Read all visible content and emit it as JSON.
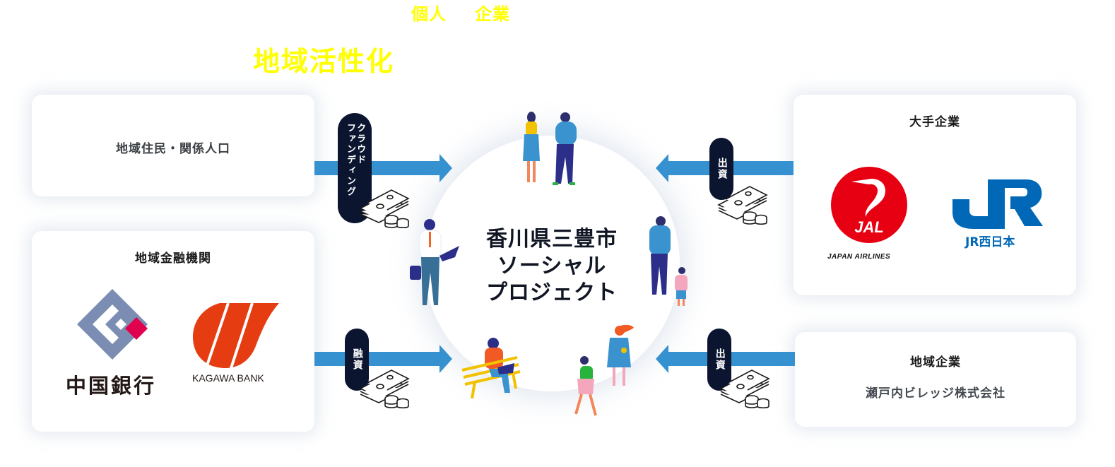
{
  "headline": {
    "top_words": [
      "個人",
      "企業"
    ],
    "main": "地域活性化",
    "color": "#ffff00"
  },
  "center": {
    "title_lines": [
      "香川県三豊市",
      "ソーシャル",
      "プロジェクト"
    ]
  },
  "left_cards": [
    {
      "title": "地域住民・関係人口"
    },
    {
      "title": "地域金融機関",
      "logos": [
        {
          "name": "中国銀行",
          "label": "中国銀行",
          "colors": [
            "#7b8db3",
            "#e1004d"
          ]
        },
        {
          "name": "香川銀行",
          "label": "KAGAWA BANK",
          "colors": [
            "#e53c12"
          ]
        }
      ]
    }
  ],
  "right_cards": [
    {
      "title": "大手企業",
      "logos": [
        {
          "name": "JAL",
          "mark": "JAL",
          "label": "JAPAN AIRLINES",
          "colors": [
            "#e60012"
          ]
        },
        {
          "name": "JR西日本",
          "mark": "JR",
          "label": "JR西日本",
          "colors": [
            "#0068b7"
          ]
        }
      ]
    },
    {
      "title": "地域企業",
      "subtitle": "瀬戸内ビレッジ株式会社"
    }
  ],
  "flows": [
    {
      "label": "クラウドファンディング",
      "label_lines": [
        "クラウド",
        "ファンディング"
      ],
      "direction": "right"
    },
    {
      "label": "融資",
      "direction": "right"
    },
    {
      "label": "出資",
      "direction": "left"
    },
    {
      "label": "出資",
      "direction": "left"
    }
  ],
  "colors": {
    "arrow": "#3591cf",
    "pill": "#0b1530",
    "text_dark": "#1a1a1a"
  }
}
